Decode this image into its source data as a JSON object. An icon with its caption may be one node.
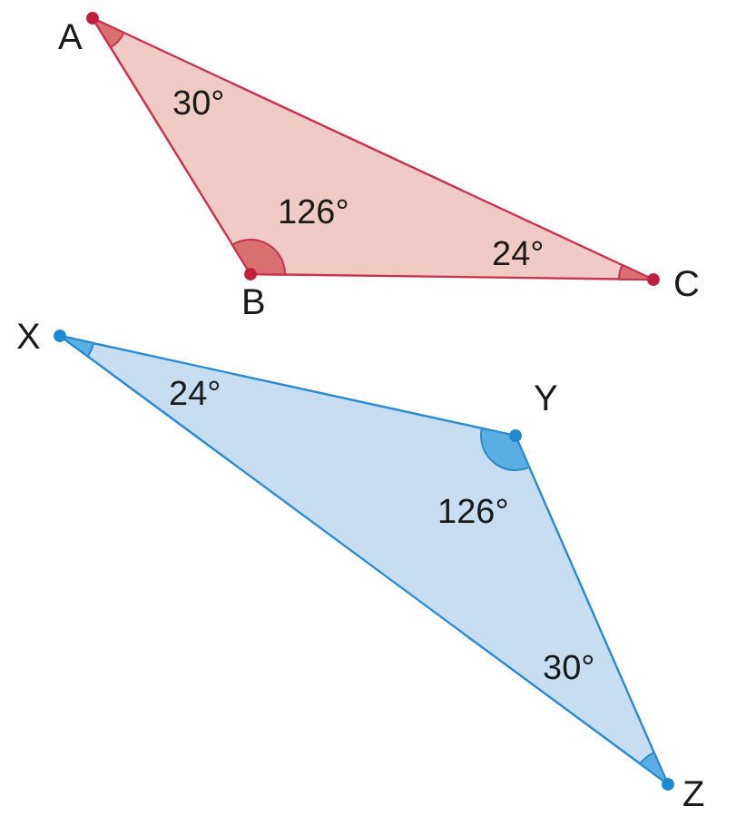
{
  "diagram": {
    "nodes": [
      {
        "text": [
          "30°",
          "126°",
          "24°"
        ],
        "beside": [
          "A",
          "B",
          "C"
        ]
      },
      {
        "text": [
          "24°",
          "126°",
          "30°"
        ],
        "beside": [
          "X",
          "Y",
          "Z"
        ]
      }
    ]
  }
}
